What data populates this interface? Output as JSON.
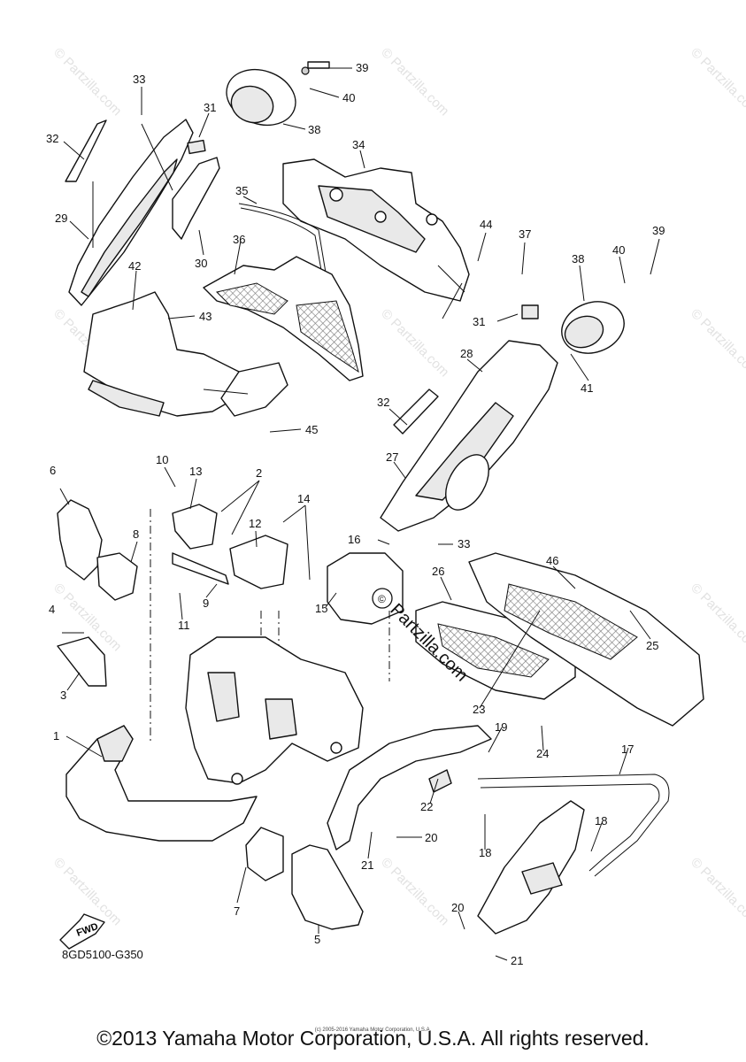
{
  "diagram": {
    "code": "8GD5100-G350",
    "fwd_label": "FWD",
    "watermark_text": "© Partzilla.com",
    "center_watermark": "Partzilla.com",
    "copyright": "©2013 Yamaha Motor Corporation, U.S.A. All rights reserved.",
    "tiny_credit": "(c) 2005-2016 Yamaha Motor Corporation, U.S.A.",
    "callouts": [
      "33",
      "31",
      "32",
      "29",
      "39",
      "40",
      "38",
      "34",
      "35",
      "36",
      "30",
      "42",
      "43",
      "44",
      "37",
      "39",
      "40",
      "38",
      "31",
      "28",
      "41",
      "32",
      "27",
      "45",
      "10",
      "13",
      "2",
      "6",
      "8",
      "14",
      "12",
      "16",
      "33",
      "26",
      "46",
      "4",
      "9",
      "11",
      "15",
      "25",
      "3",
      "23",
      "1",
      "19",
      "17",
      "24",
      "22",
      "18",
      "20",
      "21",
      "18",
      "7",
      "5",
      "20",
      "21"
    ]
  }
}
